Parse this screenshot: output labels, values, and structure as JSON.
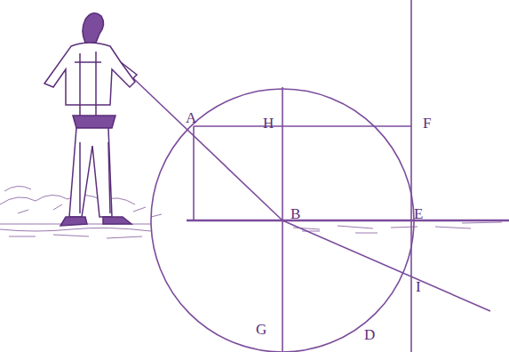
{
  "diagram": {
    "labels": [
      "A",
      "H",
      "F",
      "B",
      "E",
      "I",
      "G",
      "D"
    ]
  }
}
